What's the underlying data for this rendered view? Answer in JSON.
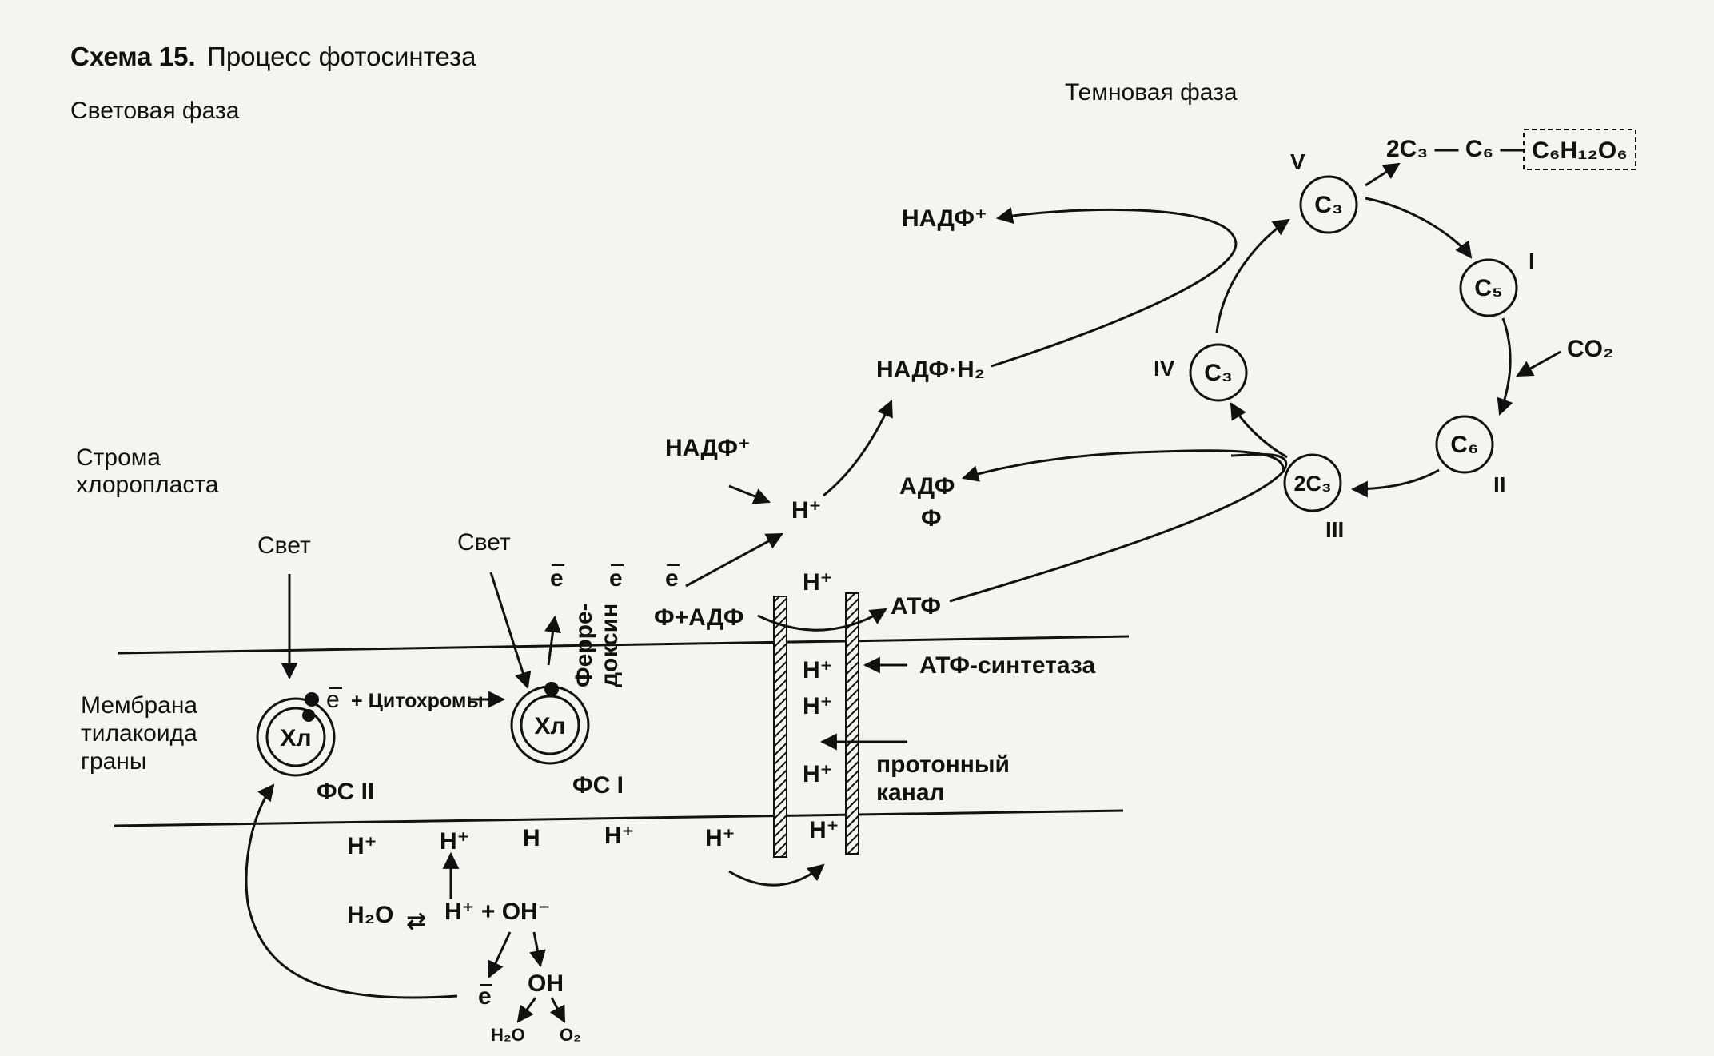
{
  "title": {
    "bold": "Схема 15.",
    "text": "Процесс фотосинтеза"
  },
  "phases": {
    "light": "Световая фаза",
    "dark": "Темновая фаза"
  },
  "regions": {
    "stroma": [
      "Строма",
      "хлоропласта"
    ],
    "membrane": [
      "Мембрана",
      "тилакоида",
      "граны"
    ]
  },
  "light": {
    "left": "Свет",
    "right": "Свет"
  },
  "photosystems": {
    "ps2": {
      "core": "Хл",
      "label": "ФС II"
    },
    "ps1": {
      "core": "Хл",
      "label": "ФС I"
    }
  },
  "electron": "e",
  "cytochromes": "+ Цитохромы",
  "ferredoxin": [
    "Ферре-",
    "доксин"
  ],
  "phosphate_adp": "Ф+АДФ",
  "atp": "АТФ",
  "atp_synthase": "АТФ-синтетаза",
  "proton_channel": [
    "протонный",
    "канал"
  ],
  "hplus": "Н⁺",
  "h_plain": "Н",
  "nadp": "НАДФ⁺",
  "nadph2": "НАДФ·Н₂",
  "adp_f": [
    "АДФ",
    "Ф"
  ],
  "water_split": {
    "h2o": "Н₂О",
    "eq": "⇄",
    "products": "Н⁺ + ОН⁻",
    "oh": "ОН",
    "h2o_out": "Н₂О",
    "o2": "О₂"
  },
  "calvin": {
    "nodes": [
      {
        "id": "I",
        "label": "C₅"
      },
      {
        "id": "II",
        "label": "C₆"
      },
      {
        "id": "III",
        "label": "2C₃"
      },
      {
        "id": "IV",
        "label": "C₃"
      },
      {
        "id": "V",
        "label": "C₃"
      }
    ],
    "co2": "CO₂",
    "output": {
      "chain": "2C₃ — C₆ —",
      "glucose": "C₆H₁₂O₆"
    }
  }
}
